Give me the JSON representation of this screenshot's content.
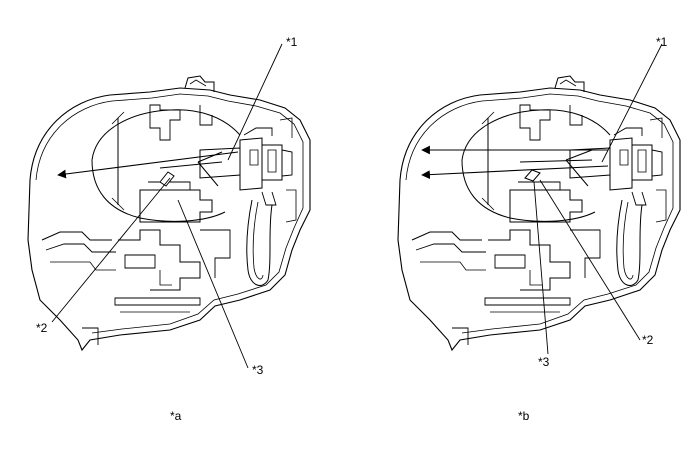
{
  "diagrams": [
    {
      "caption": "*a",
      "callouts": [
        "*1",
        "*2",
        "*3"
      ]
    },
    {
      "caption": "*b",
      "callouts": [
        "*1",
        "*2",
        "*3"
      ]
    }
  ],
  "colors": {
    "line": "#000000",
    "background": "#ffffff"
  }
}
